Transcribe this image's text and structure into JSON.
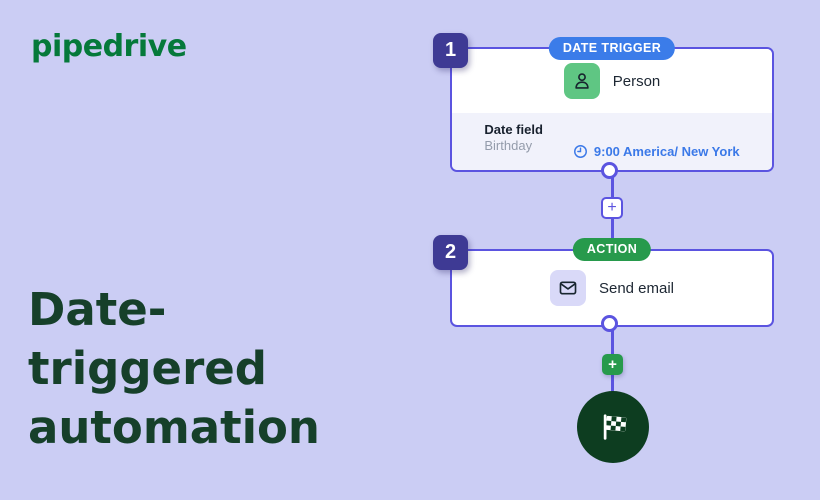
{
  "page": {
    "background": "#cbcdf4"
  },
  "logo": {
    "text": "pipedrive",
    "color": "#05793a"
  },
  "headline": {
    "line1": "Date-",
    "line2": "triggered",
    "line3": "automation",
    "color": "#16402a"
  },
  "flow": {
    "step1": {
      "number": "1",
      "badge": "DATE TRIGGER",
      "badge_color": "#3b7ce9",
      "item_label": "Person",
      "item_icon": "person-icon",
      "item_icon_bg": "#5fc683",
      "detail": {
        "label": "Date field",
        "value": "Birthday",
        "time": "9:00 America/ New York",
        "time_color": "#3b79e8",
        "time_icon": "clock-icon"
      }
    },
    "step2": {
      "number": "2",
      "badge": "ACTION",
      "badge_color": "#279a4c",
      "item_label": "Send email",
      "item_icon": "envelope-icon",
      "item_icon_bg": "#d9d9f8"
    },
    "add_step_label": "+",
    "colors": {
      "connector_line": "#5b54e0",
      "step_number_bg": "#3e3a94",
      "finish_circle": "#0d3d20"
    },
    "finish_icon": "checkered-flag-icon"
  }
}
